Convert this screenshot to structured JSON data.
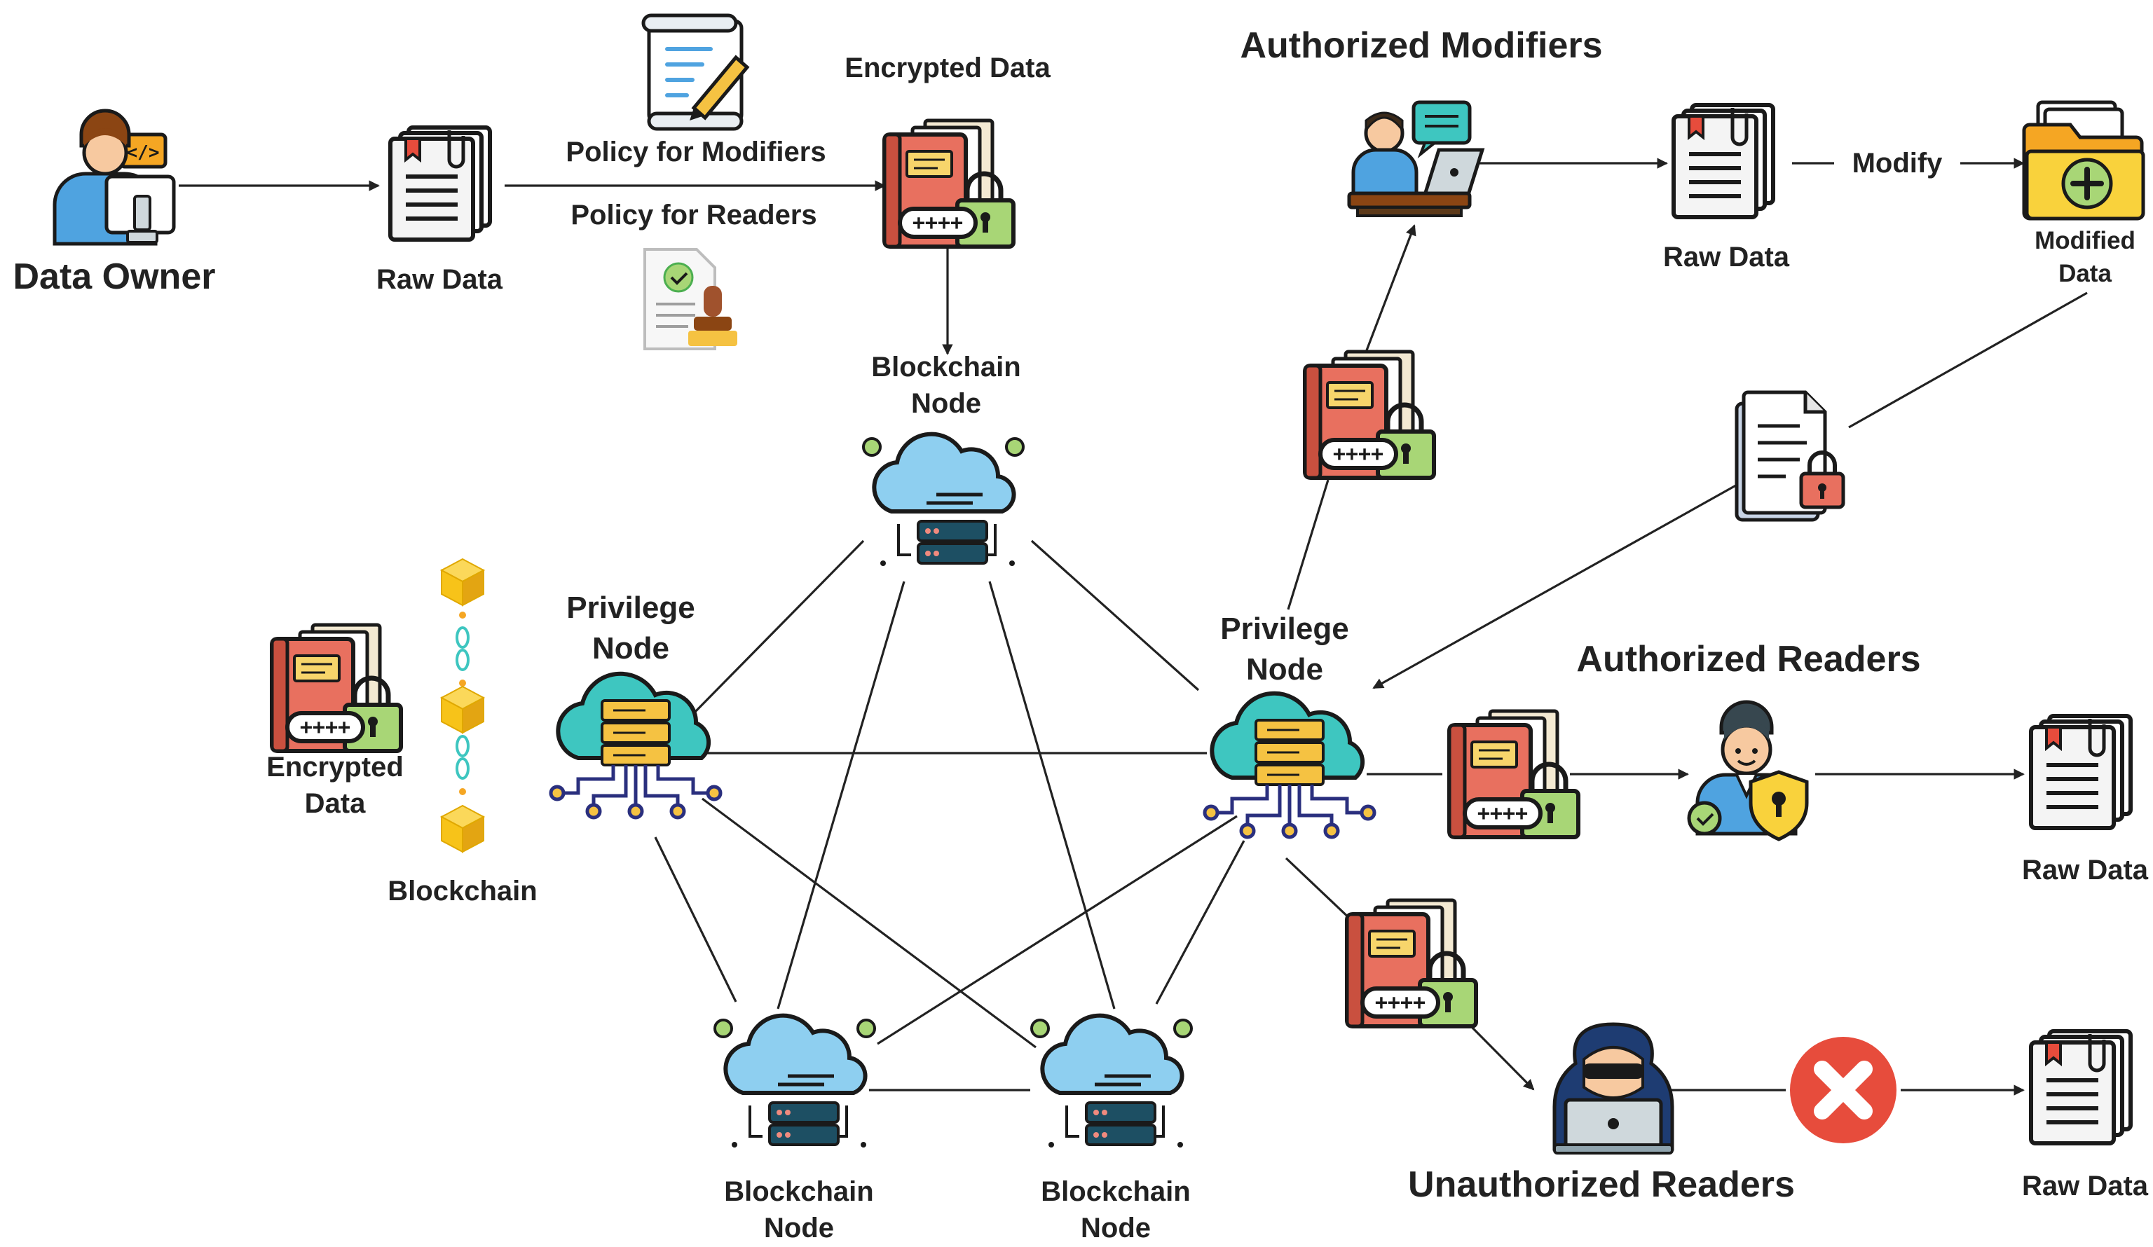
{
  "labels": {
    "data_owner": "Data Owner",
    "raw_data_top": "Raw Data",
    "policy_modifiers": "Policy for Modifiers",
    "policy_readers": "Policy for Readers",
    "encrypted_data_top": "Encrypted Data",
    "blockchain_node_top": [
      "Blockchain",
      "Node"
    ],
    "authorized_modifiers": "Authorized Modifiers",
    "raw_data_modifiers": "Raw Data",
    "modify": "Modify",
    "modified_data": [
      "Modified",
      "Data"
    ],
    "privilege_node_left": [
      "Privilege",
      "Node"
    ],
    "privilege_node_right": [
      "Privilege",
      "Node"
    ],
    "encrypted_data_left": [
      "Encrypted",
      "Data"
    ],
    "blockchain": "Blockchain",
    "authorized_readers": "Authorized Readers",
    "raw_data_readers": "Raw Data",
    "blockchain_node_bl": [
      "Blockchain",
      "Node"
    ],
    "blockchain_node_br": [
      "Blockchain",
      "Node"
    ],
    "unauthorized_readers": "Unauthorized Readers",
    "raw_data_unauth": "Raw Data"
  },
  "colors": {
    "cloud": "#8ECFF0",
    "server": "#1D4F63",
    "cloud_teal": "#3EC6C0",
    "server_gold": "#F5C242",
    "circuit": "#2A2F7E",
    "book_red": "#E8705F",
    "lock_green": "#A8D676",
    "cube_gold": "#F7C319",
    "deny_red": "#E74C3C",
    "folder_yellow": "#F9D23C",
    "hacker_navy": "#1E3C72"
  },
  "icons": [
    "person-laptop-icon",
    "document-icon",
    "policy-scroll-icon",
    "certificate-stamp-icon",
    "encrypted-book-icon",
    "cloud-server-icon",
    "privilege-cloud-icon",
    "blockchain-chain-icon",
    "folder-plus-icon",
    "locked-document-icon",
    "shield-user-icon",
    "hacker-icon",
    "deny-x-icon"
  ]
}
